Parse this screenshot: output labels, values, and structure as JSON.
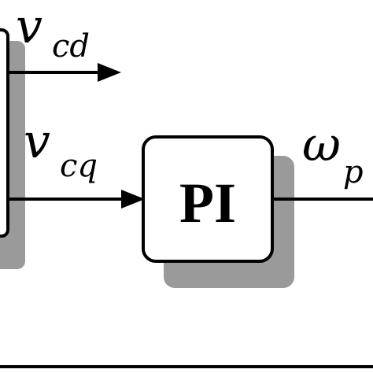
{
  "diagram": {
    "signals": {
      "vcd": {
        "symbol": "v",
        "subscript": "cd"
      },
      "vcq": {
        "symbol": "v",
        "subscript": "cq"
      },
      "omega": {
        "symbol": "ω",
        "subscript": "p"
      }
    },
    "blocks": {
      "pi": {
        "label": "PI"
      }
    }
  }
}
